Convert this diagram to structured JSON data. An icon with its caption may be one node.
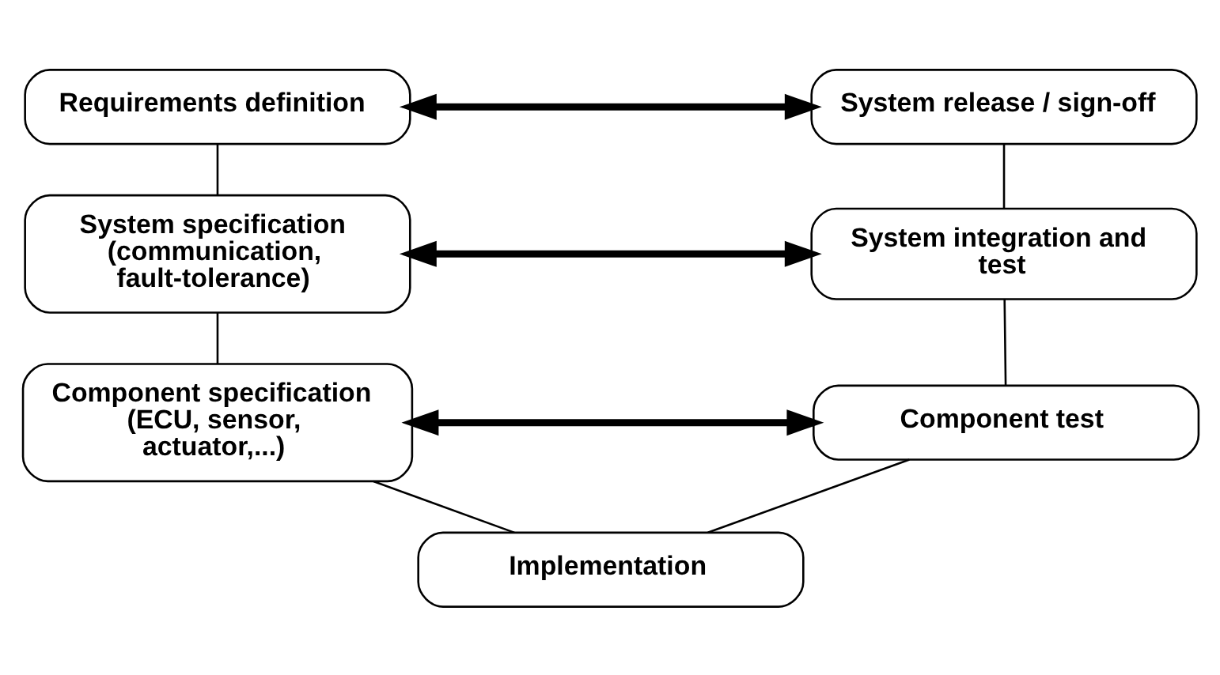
{
  "diagram": {
    "nodes": [
      {
        "text": [
          "Requirements definition"
        ]
      },
      {
        "text": [
          "System release / sign-off"
        ]
      },
      {
        "text": [
          "System specification (communication, fault-tolerance)"
        ]
      },
      {
        "text": [
          "System integration and test"
        ]
      },
      {
        "text": [
          "Component specification (ECU, sensor, actuator,...)"
        ]
      },
      {
        "text": [
          "Component test"
        ]
      },
      {
        "text": [
          "Implementation"
        ]
      }
    ],
    "edges": [
      {
        "from": 0,
        "to": 1,
        "arrow": "both",
        "style": "thick"
      },
      {
        "from": 2,
        "to": 3,
        "arrow": "both",
        "style": "thick"
      },
      {
        "from": 4,
        "to": 5,
        "arrow": "both",
        "style": "thick"
      },
      {
        "from": 0,
        "to": 2,
        "arrow": "none"
      },
      {
        "from": 2,
        "to": 4,
        "arrow": "none"
      },
      {
        "from": 4,
        "to": 6,
        "arrow": "none"
      },
      {
        "from": 6,
        "to": 5,
        "arrow": "none"
      },
      {
        "from": 5,
        "to": 3,
        "arrow": "none"
      },
      {
        "from": 3,
        "to": 1,
        "arrow": "none"
      }
    ]
  }
}
